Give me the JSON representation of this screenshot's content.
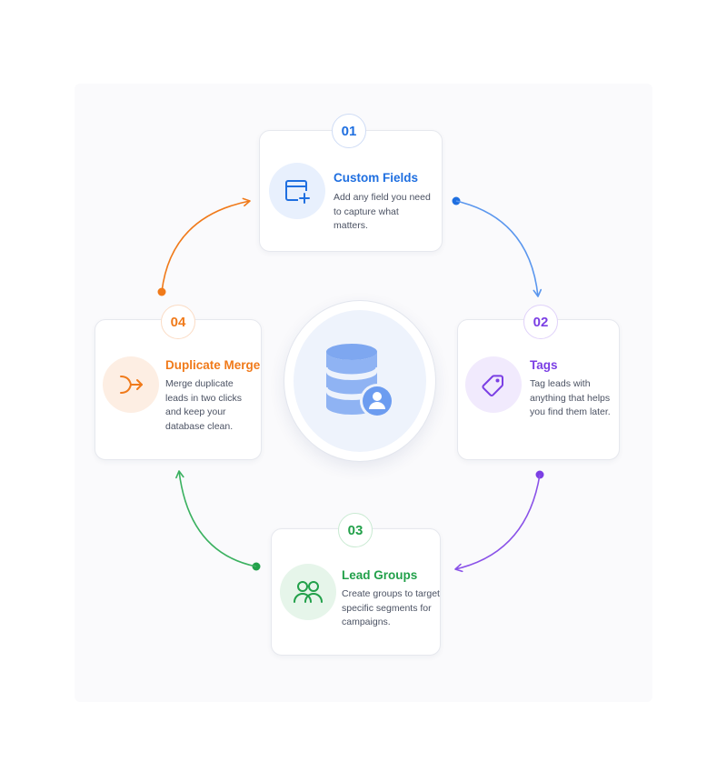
{
  "colors": {
    "blue": "#1f6fe0",
    "purple": "#7b3fe4",
    "green": "#22a04a",
    "orange": "#f07a1a"
  },
  "center": {
    "icon": "database-user-icon"
  },
  "steps": [
    {
      "number": "01",
      "title": "Custom Fields",
      "description": "Add any field you need to capture what matters.",
      "icon": "add-field-icon"
    },
    {
      "number": "02",
      "title": "Tags",
      "description": "Tag leads with anything that helps you find them later.",
      "icon": "tag-icon"
    },
    {
      "number": "03",
      "title": "Lead Groups",
      "description": "Create groups to target specific segments for campaigns.",
      "icon": "users-group-icon"
    },
    {
      "number": "04",
      "title": "Duplicate Merge",
      "description": "Merge duplicate leads in two clicks and keep your database clean.",
      "icon": "merge-icon"
    }
  ]
}
